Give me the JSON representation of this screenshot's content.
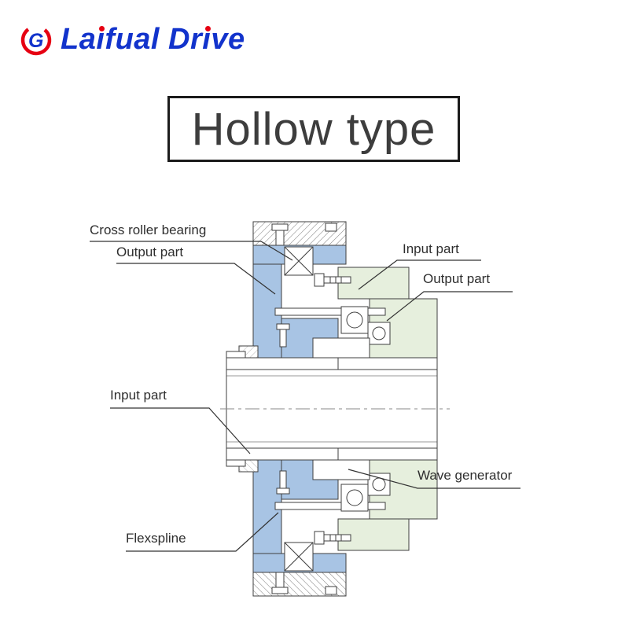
{
  "logo": {
    "text": "Laifual Drive",
    "monogram": "G",
    "parts": {
      "p1": "La",
      "i1": "ı",
      "p2": "fual Dr",
      "i2": "ı",
      "p3": "ve"
    }
  },
  "title": "Hollow type",
  "diagram": {
    "labels": {
      "cross_roller_bearing": "Cross roller bearing",
      "output_part_left": "Output part",
      "input_part_top": "Input part",
      "output_part_right": "Output part",
      "input_part_left": "Input part",
      "wave_generator": "Wave generator",
      "flexspline": "Flexspline"
    }
  },
  "colors": {
    "logo_blue": "#1233cc",
    "logo_red": "#e60012",
    "part_blue": "#a8c4e4",
    "part_green": "#e6efdd",
    "outline": "#3f3f3f"
  }
}
